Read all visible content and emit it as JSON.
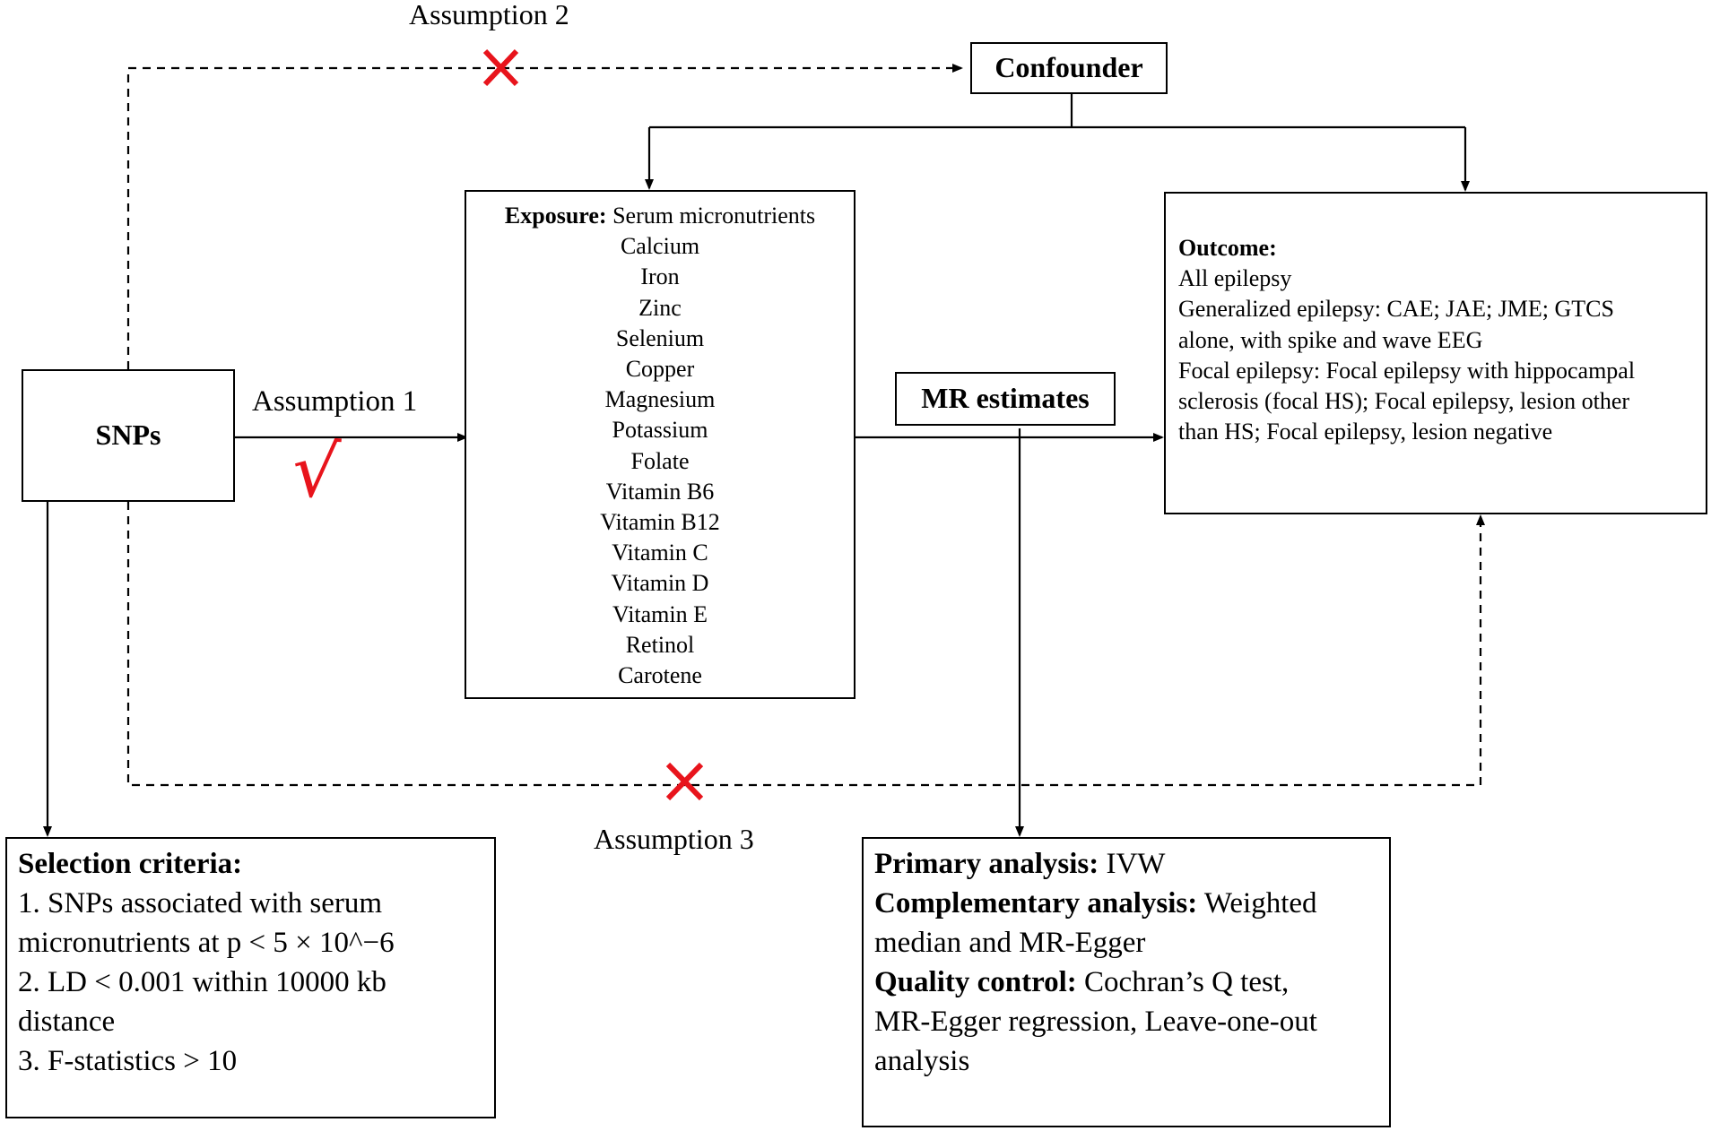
{
  "assumptions": {
    "a1": "Assumption 1",
    "a2": "Assumption 2",
    "a3": "Assumption 3"
  },
  "nodes": {
    "snps": "SNPs",
    "confounder": "Confounder",
    "mr_estimates": "MR estimates",
    "exposure": {
      "title": "Exposure:",
      "subtitle": "Serum micronutrients",
      "items": [
        "Calcium",
        "Iron",
        "Zinc",
        "Selenium",
        "Copper",
        "Magnesium",
        "Potassium",
        "Folate",
        "Vitamin B6",
        "Vitamin B12",
        "Vitamin C",
        "Vitamin D",
        "Vitamin E",
        "Retinol",
        "Carotene"
      ]
    },
    "outcome": {
      "title": "Outcome:",
      "lines": [
        "All epilepsy",
        "Generalized epilepsy: CAE; JAE; JME; GTCS",
        "alone, with spike and wave EEG",
        "Focal epilepsy: Focal epilepsy with hippocampal",
        "sclerosis (focal HS); Focal epilepsy, lesion other",
        "than HS; Focal epilepsy, lesion negative"
      ]
    },
    "selection": {
      "title": "Selection criteria:",
      "lines": [
        "1. SNPs associated with serum",
        "micronutrients at p <  5 × 10^−6",
        "2. LD < 0.001 within 10000 kb",
        "distance",
        "3. F-statistics > 10"
      ]
    },
    "analysis": {
      "primary_label": "Primary analysis:",
      "primary_value": " IVW",
      "complementary_label": "Complementary analysis:",
      "complementary_value_1": " Weighted",
      "complementary_value_2": "median and MR-Egger",
      "quality_label": "Quality control:",
      "quality_value_1": " Cochran’s Q test,",
      "quality_value_2": "MR-Egger regression, Leave-one-out",
      "quality_value_3": "analysis"
    }
  },
  "marks": {
    "check": "√",
    "accent_red": "#e8141c"
  }
}
